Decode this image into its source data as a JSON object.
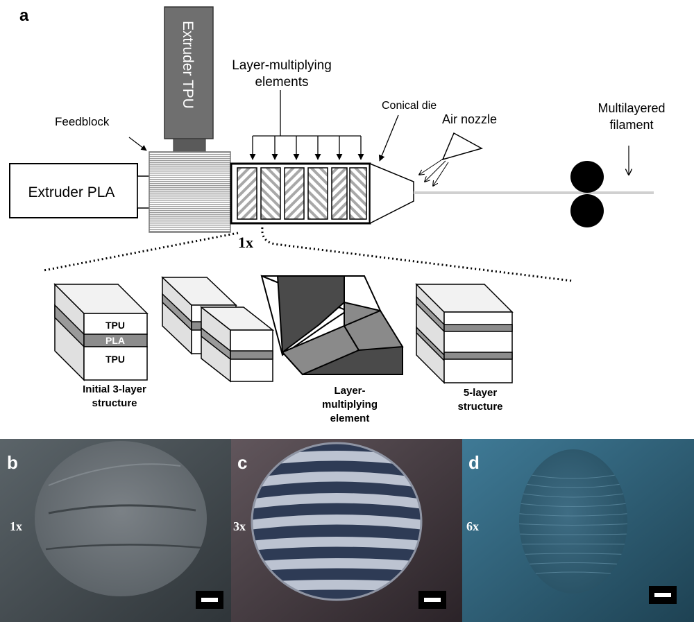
{
  "panel_a": {
    "letter": "a",
    "extruder_pla": "Extruder PLA",
    "extruder_tpu": "Extruder TPU",
    "feedblock": "Feedblock",
    "layer_multiplying_elements": [
      "Layer-multiplying",
      "elements"
    ],
    "conical_die": "Conical die",
    "air_nozzle": "Air nozzle",
    "multilayered_filament": [
      "Multilayered",
      "filament"
    ],
    "zoom_label": "1x"
  },
  "detail": {
    "tpu_top": "TPU",
    "pla_mid": "PLA",
    "tpu_bottom": "TPU",
    "initial_caption": [
      "Initial 3-layer",
      "structure"
    ],
    "element_caption": [
      "Layer-",
      "multiplying",
      "element"
    ],
    "five_layer_caption": [
      "5-layer",
      "structure"
    ]
  },
  "photos": [
    {
      "letter": "b",
      "mag": "1x"
    },
    {
      "letter": "c",
      "mag": "3x"
    },
    {
      "letter": "d",
      "mag": "6x"
    }
  ],
  "colors": {
    "extruder_tpu_fill": "#6f6f6f",
    "pla_layer": "#8c8c8c",
    "element_dark": "#4a4a4a",
    "element_mid": "#8a8a8a",
    "photo_b_bg": "#4b5358",
    "photo_c_bg": "#4a3d44",
    "photo_d_bg": "#2f5c72"
  }
}
